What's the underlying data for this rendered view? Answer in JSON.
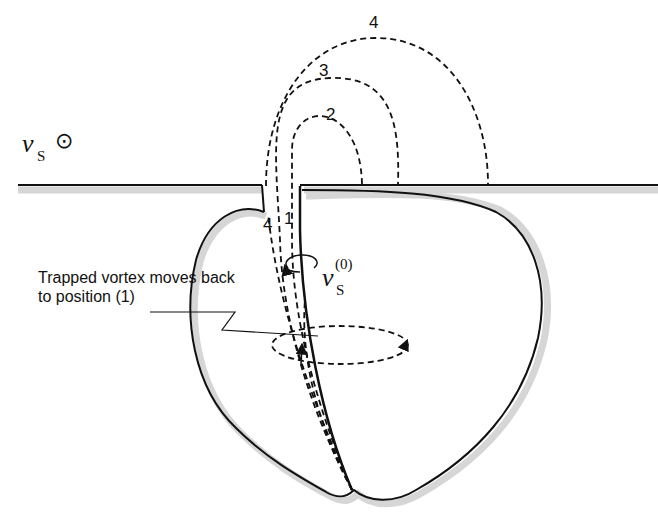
{
  "diagram": {
    "labels": [
      "4",
      "3",
      "2",
      "v",
      "S",
      "⊙",
      "Trapped vortex moves back to position (1)",
      "4",
      "1",
      "v",
      "S",
      "(0)"
    ]
  }
}
